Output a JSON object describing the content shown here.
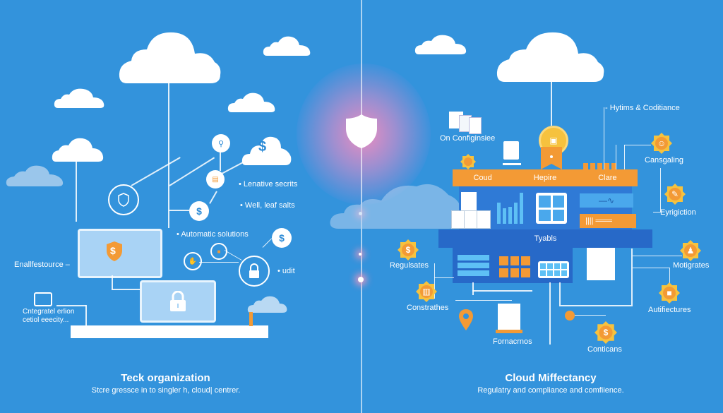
{
  "colors": {
    "background": "#3393dc",
    "accent_orange": "#f39a35",
    "navy_block": "#2769c8",
    "glow_pink": "#f48cbe",
    "white": "#ffffff",
    "light_panel": "#a9d3f5"
  },
  "left_panel": {
    "title": "Teck organization",
    "subtitle": "Stcre gressce in to singler h, cloud| centrer.",
    "labels": {
      "lenative_secrets": "Lenative secrits",
      "well_leaf_salts": "Well, leaf salts",
      "automatic_solutions": "Automatic solutions",
      "audit": "udit",
      "enalifestource": "Enallfestource",
      "integrated_option_line1": "Cntegratel erlion",
      "integrated_option_line2": "cetiol eeecity..."
    },
    "icons": {
      "shield_dollar": "$",
      "dollar_circle_1": "$",
      "dollar_circle_2": "$",
      "dollar_cloud": "$"
    }
  },
  "center": {
    "shield_icon": "shield-icon"
  },
  "right_panel": {
    "title": "Cloud Miffectancy",
    "subtitle": "Regulatry and compliance and comfiience.",
    "labels": {
      "on_configurisee": "On Configinsiee",
      "hytims_coditiance": "Hytims & Coditiance",
      "cansgaling": "Cansgaling",
      "eyrigiction": "Eyrigiction",
      "regulsates": "Regulsates",
      "constrathes": "Constrathes",
      "formacrnos": "Fornacrnos",
      "conticans": "Conticans",
      "motigrates": "Motigrates",
      "autifiectures": "Autifiectures"
    },
    "header_bar": [
      "Coud",
      "Hepire",
      "Clare"
    ],
    "tables_bar": "Tyabls",
    "badge_dollar": "$"
  }
}
